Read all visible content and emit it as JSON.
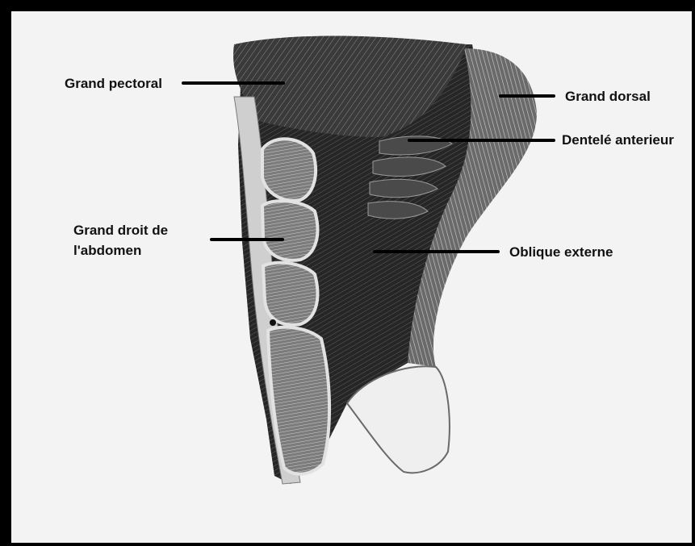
{
  "labels": {
    "grand_pectoral": "Grand pectoral",
    "grand_dorsal": "Grand dorsal",
    "dentele_anterieur": "Dentelé anterieur",
    "grand_droit_line1": "Grand droit de",
    "grand_droit_line2": "l'abdomen",
    "oblique_externe": "Oblique externe"
  },
  "colors": {
    "frame": "#000000",
    "background": "#f3f3f3",
    "muscle_dark": "#2a2a2a",
    "muscle_mid": "#5a5a5a",
    "muscle_light": "#bdbdbd"
  }
}
